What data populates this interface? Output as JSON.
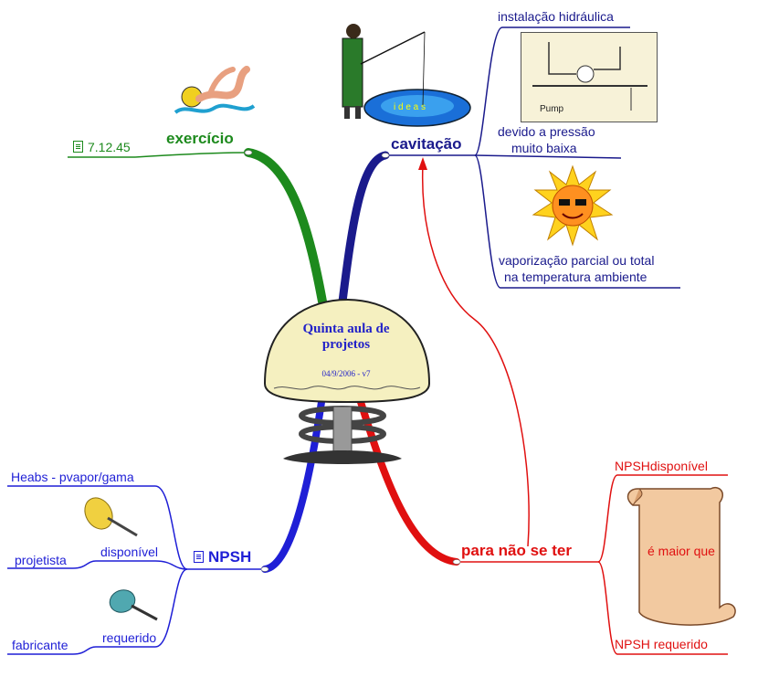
{
  "center": {
    "title_line1": "Quinta aula de",
    "title_line2": "projetos",
    "date": "04/9/2006 - v7"
  },
  "branches": {
    "exercicio": {
      "label": "exercício",
      "children": [
        "7.12.45"
      ],
      "color": "#1d8a1d"
    },
    "cavitacao": {
      "label": "cavitação",
      "children": [
        "instalação hidráulica",
        "devido a pressão",
        "muito baixa",
        "vaporização parcial ou total",
        "na temperatura ambiente"
      ],
      "clipart_text": "Pump",
      "pond_text": "i d e a s",
      "color": "#1a1a8c"
    },
    "npsh": {
      "label": "NPSH",
      "children": [
        "Heabs - pvapor/gama",
        "disponível",
        "projetista",
        "requerido",
        "fabricante"
      ],
      "color": "#1f1fd6"
    },
    "para_nao_se_ter": {
      "label": "para não se ter",
      "children": [
        "NPSHdisponível",
        "é maior que",
        "NPSH requerido"
      ],
      "color": "#e01010"
    }
  },
  "icons": [
    "swimmer-icon",
    "fisher-icon",
    "pump-diagram-icon",
    "sun-icon",
    "pushpin-yellow-icon",
    "pushpin-teal-icon",
    "scroll-icon",
    "mushroom-center-icon",
    "document-icon"
  ]
}
